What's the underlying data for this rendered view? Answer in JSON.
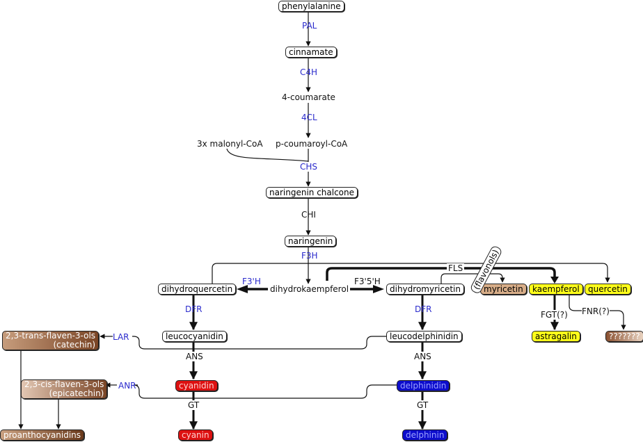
{
  "nodes": {
    "phenylalanine": "phenylalanine",
    "cinnamate": "cinnamate",
    "coumarate": "4-coumarate",
    "malonyl": "3x malonyl-CoA",
    "coumaroyl": "p-coumaroyl-CoA",
    "chalcone": "naringenin chalcone",
    "naringenin": "naringenin",
    "dihydroquercetin": "dihydroquercetin",
    "dihydrokaempferol": "dihydrokaempferol",
    "dihydromyricetin": "dihydromyricetin",
    "myricetin": "myricetin",
    "kaempferol": "kaempferol",
    "quercetin": "quercetin",
    "astragalin": "astragalin",
    "unknown": "???????",
    "leucocyanidin": "leucocyanidin",
    "leucodelphinidin": "leucodelphinidin",
    "trans_flaven": "2,3-trans-flaven-3-ols",
    "catechin": "(catechin)",
    "cis_flaven": "2,3-cis-flaven-3-ols",
    "epicatechin": "(epicatechin)",
    "cyanidin": "cyanidin",
    "cyanin": "cyanin",
    "delphinidin": "delphinidin",
    "delphinin": "delphinin",
    "proanthocyanidins": "proanthocyanidins",
    "flavonols": "(flavonols)"
  },
  "enzymes": {
    "pal": "PAL",
    "c4h": "C4H",
    "cl4": "4CL",
    "chs": "CHS",
    "chi": "CHI",
    "f3h": "F3H",
    "f3ph": "F3'H",
    "f35h": "F3'5'H",
    "fls": "FLS",
    "dfr_left": "DFR",
    "dfr_right": "DFR",
    "lar": "LAR",
    "anr": "ANR",
    "ans_left": "ANS",
    "ans_right": "ANS",
    "gt_left": "GT",
    "gt_right": "GT",
    "fgt": "FGT(?)",
    "fnr": "FNR(?)"
  },
  "colors": {
    "enzyme_blue": "#2a2acc",
    "tan": "#d7ad88",
    "yellow": "#ffff1a",
    "red": "#dd1111",
    "blue": "#0d0dcc",
    "brown": "#9a5c34"
  }
}
